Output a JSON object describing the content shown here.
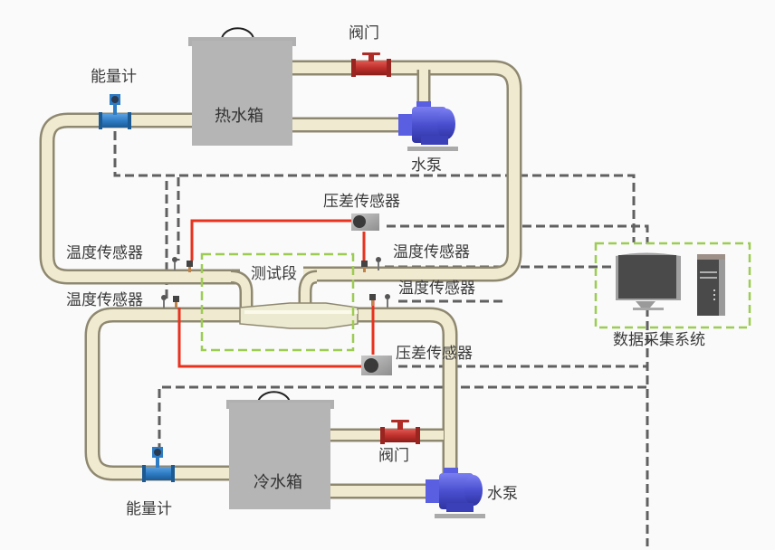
{
  "diagram": {
    "title": "",
    "components": {
      "hot_tank": {
        "label": "热水箱"
      },
      "cold_tank": {
        "label": "冷水箱"
      },
      "valve_top": {
        "label": "阀门"
      },
      "valve_bottom": {
        "label": "阀门"
      },
      "pump_top": {
        "label": "水泵"
      },
      "pump_bottom": {
        "label": "水泵"
      },
      "energy_meter_top": {
        "label": "能量计"
      },
      "energy_meter_bottom": {
        "label": "能量计"
      },
      "dp_sensor_top": {
        "label": "压差传感器"
      },
      "dp_sensor_bottom": {
        "label": "压差传感器"
      },
      "temp_sensor_left_top": {
        "label": "温度传感器"
      },
      "temp_sensor_left_bottom": {
        "label": "温度传感器"
      },
      "temp_sensor_right_top": {
        "label": "温度传感器"
      },
      "temp_sensor_right_bottom": {
        "label": "温度传感器"
      },
      "test_section": {
        "label": "测试段"
      },
      "daq_system": {
        "label": "数据采集系统"
      }
    },
    "colors": {
      "background": "#fafafa",
      "pipe": "#ece6c8",
      "pipe_edge": "#b8b194",
      "tank": "#b5b5b5",
      "valve": "#c0302c",
      "pump": "#4a4fd0",
      "meter": "#2e7cc4",
      "signal_line": "#606060",
      "pressure_line": "#e8321e",
      "test_box": "#9ccc50",
      "sensor_box": "#9a9a9a"
    }
  }
}
